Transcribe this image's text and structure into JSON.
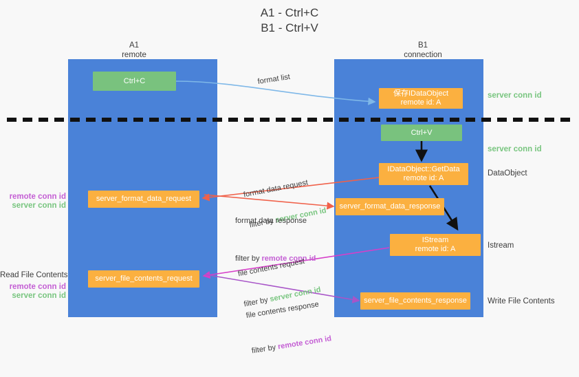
{
  "title": "A1 - Ctrl+C\nB1 - Ctrl+V",
  "columns": {
    "left": {
      "name": "A1",
      "sub": "remote",
      "label": "A1\nremote"
    },
    "right": {
      "name": "B1",
      "sub": "connection",
      "label": "B1\nconnection"
    }
  },
  "boxes": {
    "ctrl_c": "Ctrl+C",
    "ctrl_v": "Ctrl+V",
    "idataobject": "保存IDataObject\nremote id: A",
    "getdata": "IDataObject::GetData\nremote id: A",
    "istream": "IStream\nremote id: A",
    "server_format_data_request": "server_format_data_request",
    "server_format_data_response": "server_format_data_response",
    "server_file_contents_request": "server_file_contents_request",
    "server_file_contents_response": "server_file_contents_response"
  },
  "annotations": {
    "server_conn_id_1": "server conn id",
    "server_conn_id_2": "server conn id",
    "dataobject": "DataObject",
    "istream": "Istream",
    "write_file_contents": "Write File Contents",
    "read_file_contents": "Read File Contents",
    "left_mid_remote": "remote conn id",
    "left_mid_server": "server conn id",
    "left_bot_remote": "remote conn id",
    "left_bot_server": "server conn id"
  },
  "edges": {
    "format_list": "format list",
    "format_data_request": "format data request",
    "format_data_request_filter_pre": "filter by ",
    "format_data_request_filter_key": "server conn id",
    "format_data_response": "format data response",
    "format_data_response_filter_pre": "filter by ",
    "format_data_response_filter_key": "remote conn id",
    "file_contents_request": "file contents request",
    "file_contents_request_filter_pre": "filter by ",
    "file_contents_request_filter_key": "server conn id",
    "file_contents_response": "file contents response",
    "file_contents_response_filter_pre": "filter by ",
    "file_contents_response_filter_key": "remote conn id"
  },
  "colors": {
    "lane": "#4a82d8",
    "box_orange": "#fbb040",
    "box_green": "#79c27e",
    "green_text": "#78c57f",
    "purple_text": "#c45fd4",
    "arrow_blue": "#7fb8e8",
    "arrow_red": "#f0614a",
    "arrow_magenta": "#d63fc9",
    "arrow_purple": "#a855c8",
    "arrow_black": "#111111",
    "background": "#f8f8f8"
  }
}
